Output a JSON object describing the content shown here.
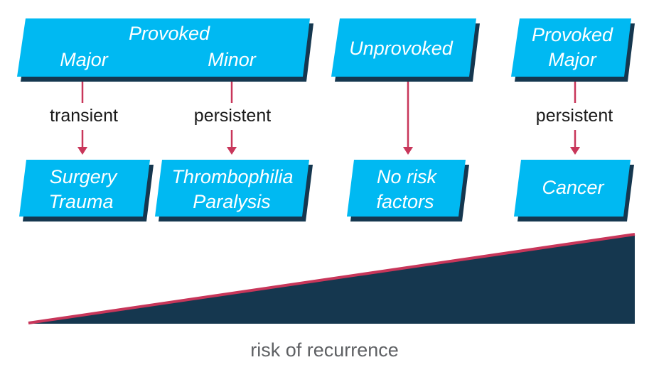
{
  "colors": {
    "box_fill": "#00b9f2",
    "box_shadow": "#15374f",
    "arrow": "#c8365a",
    "wedge_fill": "#15374f",
    "wedge_edge": "#c8365a",
    "caption": "#5f6164"
  },
  "top_boxes": [
    {
      "id": "provoked",
      "lines": [
        "Provoked"
      ],
      "sublabels": [
        "Major",
        "Minor"
      ]
    },
    {
      "id": "unprovoked",
      "lines": [
        "Unprovoked"
      ]
    },
    {
      "id": "provoked-major",
      "lines": [
        "Provoked",
        "Major"
      ]
    }
  ],
  "edges": [
    {
      "from": "provoked-major-branch",
      "label": "transient",
      "to": "surgery-trauma"
    },
    {
      "from": "provoked-minor-branch",
      "label": "persistent",
      "to": "thrombophilia-paralysis"
    },
    {
      "from": "unprovoked",
      "label": "",
      "to": "no-risk-factors"
    },
    {
      "from": "provoked-major",
      "label": "persistent",
      "to": "cancer"
    }
  ],
  "bottom_boxes": [
    {
      "id": "surgery-trauma",
      "lines": [
        "Surgery",
        "Trauma"
      ]
    },
    {
      "id": "thrombophilia-paralysis",
      "lines": [
        "Thrombophilia",
        "Paralysis"
      ]
    },
    {
      "id": "no-risk-factors",
      "lines": [
        "No risk",
        "factors"
      ]
    },
    {
      "id": "cancer",
      "lines": [
        "Cancer"
      ]
    }
  ],
  "gradient": {
    "label": "risk of recurrence",
    "direction": "increasing left to right"
  }
}
